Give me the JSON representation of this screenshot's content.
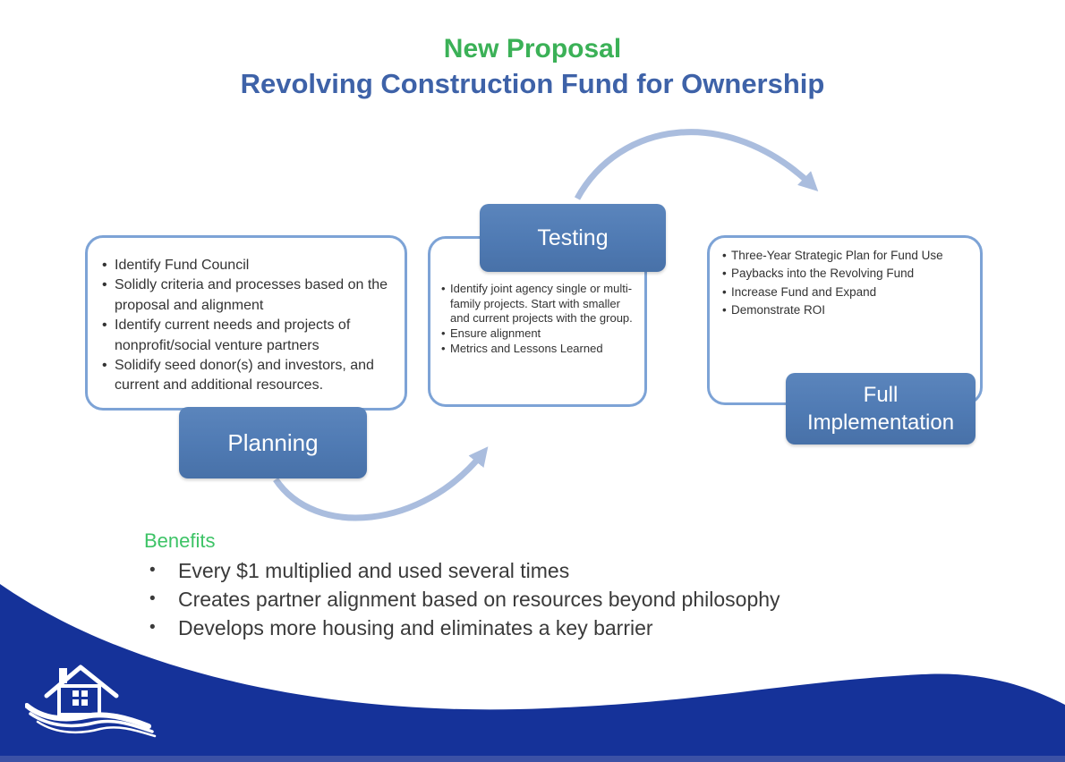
{
  "title": {
    "line1": "New Proposal",
    "line2": "Revolving Construction Fund for Ownership"
  },
  "stages": [
    {
      "label": "Planning",
      "bullets": [
        "Identify Fund Council",
        "Solidly criteria and processes based on the proposal and alignment",
        "Identify current needs and projects of nonprofit/social venture partners",
        "Solidify seed donor(s) and investors, and current and additional resources."
      ]
    },
    {
      "label": "Testing",
      "bullets": [
        "Identify joint agency single or multi-family projects. Start with smaller and current projects with the group.",
        "Ensure alignment",
        "Metrics and Lessons Learned"
      ]
    },
    {
      "label": "Full Implementation",
      "bullets": [
        "Three-Year Strategic Plan for Fund Use",
        "Paybacks into the Revolving Fund",
        "Increase Fund and Expand",
        "Demonstrate ROI"
      ]
    }
  ],
  "benefits": {
    "heading": "Benefits",
    "items": [
      "Every $1 multiplied and used several times",
      "Creates partner alignment based on resources beyond philosophy",
      "Develops more housing and eliminates a key barrier"
    ]
  },
  "bullet_marker": "•",
  "colors": {
    "title_green": "#3BB157",
    "title_blue": "#3E62A8",
    "stage_box_fill": "#4F7AB3",
    "stage_box_text": "#FFFFFF",
    "outline_box_border": "#7DA3D6",
    "arrow": "#AABDDE",
    "wave_navy": "#153299",
    "benefits_green": "#3DC366",
    "body_text": "#333333"
  },
  "icons": {
    "footer_logo": "house-wave-icon",
    "flow_arrows": "curved-arrow-icon"
  }
}
